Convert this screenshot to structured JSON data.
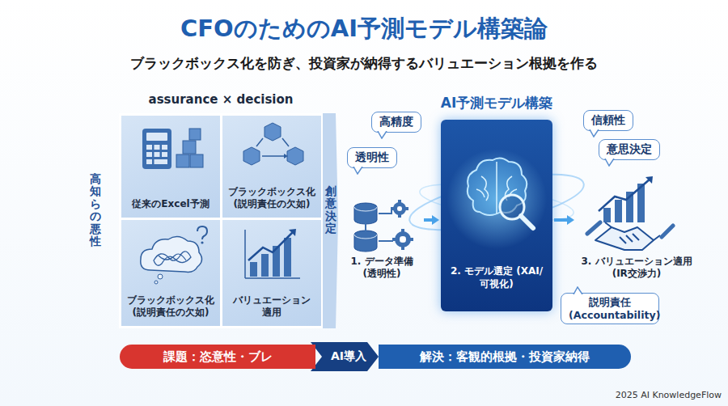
{
  "diagram": {
    "title": "CFOのためのAI予測モデル構築論",
    "nodes": [
      {
        "text": [
          "assurance × decision"
        ]
      },
      {
        "text": [
          "従来のExcel予測"
        ],
        "in": 0
      },
      {
        "text": [
          "ブラックボックス化 (説明責任の欠如)"
        ],
        "in": 0
      },
      {
        "text": [
          "ブラックボックス化 (説明責任の欠如)"
        ],
        "in": 0
      },
      {
        "text": [
          "バリュエーション 適用"
        ],
        "in": 0
      },
      {
        "text": [
          "1. データ準備 (透明性)"
        ]
      },
      {
        "text": [
          "AI予測モデル構築",
          "2. モデル選定 (XAI/可視化)"
        ]
      },
      {
        "text": [
          "3. バリュエーション適用 (IR交渉力)"
        ]
      },
      {
        "text": [
          "高精度"
        ]
      },
      {
        "text": [
          "透明性"
        ]
      },
      {
        "text": [
          "信頼性"
        ]
      },
      {
        "text": [
          "意思決定"
        ]
      },
      {
        "text": [
          "説明責任 (Accountability)"
        ]
      },
      {
        "text": [
          "課題：恣意性・ブレ"
        ]
      },
      {
        "text": [
          "解決：客観的根拠・投資家納得"
        ]
      }
    ],
    "edges": [
      {
        "from": 0,
        "to": 5,
        "arrow": "to",
        "label": "創意決定"
      },
      {
        "from": 5,
        "to": 6,
        "arrow": "to"
      },
      {
        "from": 6,
        "to": 7,
        "arrow": "to"
      },
      {
        "from": 13,
        "to": 14,
        "arrow": "to",
        "label": "AI導入"
      }
    ],
    "labels": [
      "ブラックボックス化を防ぎ、投資家が納得するバリュエーション根拠を作る",
      "高知らの悪性",
      "2025 AI KnowledgeFlow"
    ]
  }
}
